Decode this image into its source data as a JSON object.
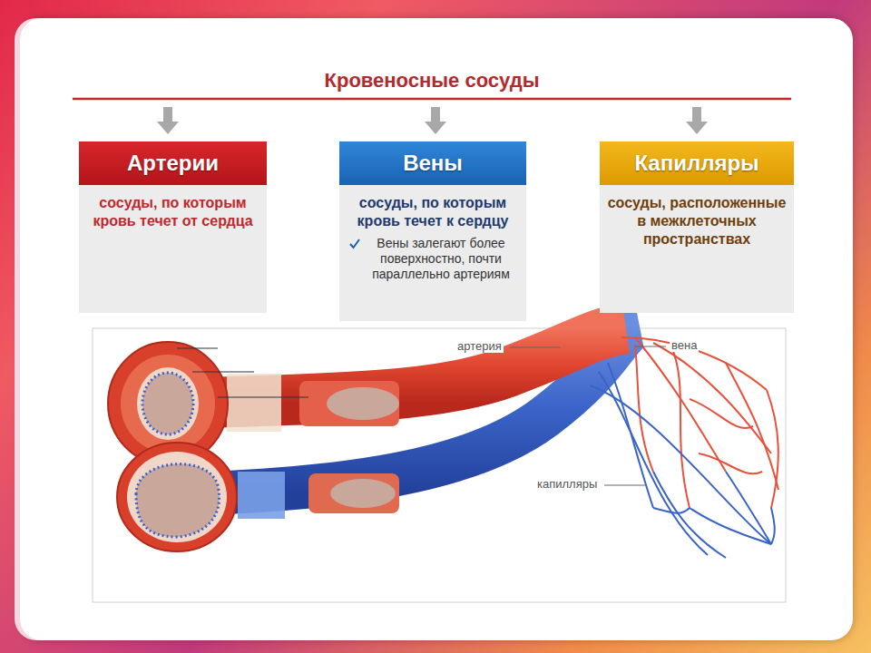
{
  "diagram": {
    "title": "Кровеносные сосуды",
    "nodes": [
      {
        "text": [
          "Артерии",
          "сосуды, по которым кровь течет от сердца"
        ]
      },
      {
        "text": [
          "Вены",
          "сосуды, по которым кровь течет к сердцу",
          "Вены залегают более поверхностно, почти параллельно артериям"
        ]
      },
      {
        "text": [
          "Капилляры",
          "сосуды, расположенные в межклеточных пространствах"
        ]
      }
    ],
    "labels": [
      "артерия",
      "вена",
      "капилляры"
    ]
  }
}
